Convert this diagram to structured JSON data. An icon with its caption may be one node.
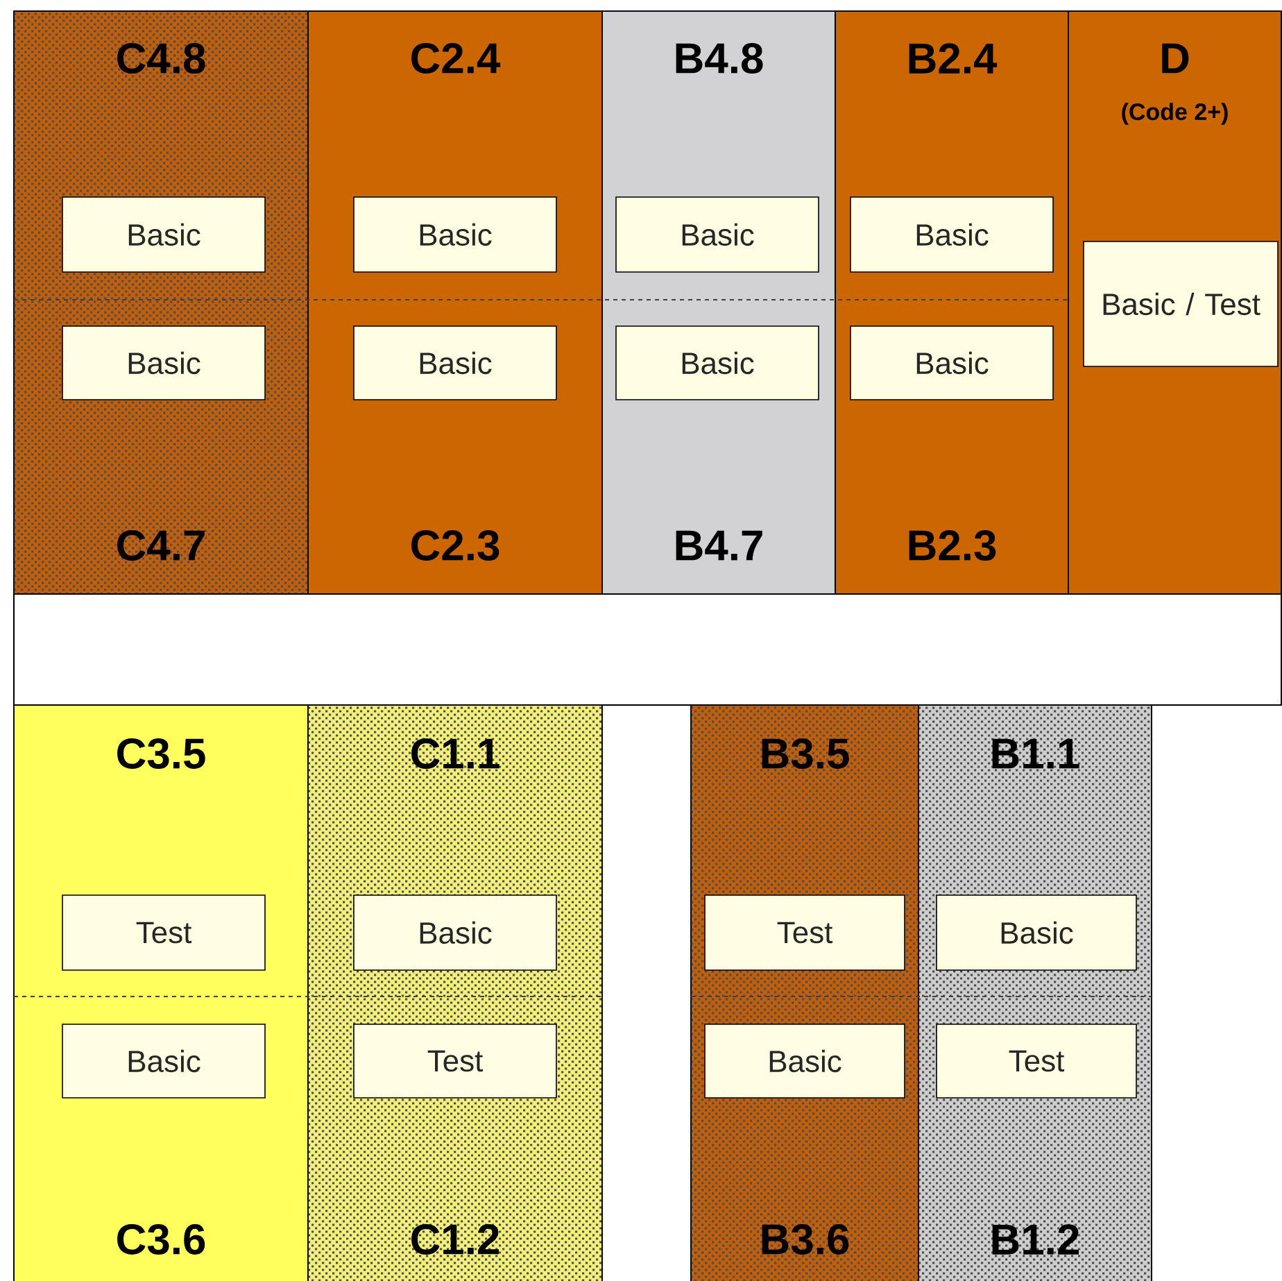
{
  "diagram": {
    "nodes": [
      {
        "text": [
          "C4.8",
          "C4.7"
        ]
      },
      {
        "text": [
          "Basic"
        ],
        "in": 0
      },
      {
        "text": [
          "Basic"
        ],
        "in": 0
      },
      {
        "text": [
          "C2.4",
          "C2.3"
        ]
      },
      {
        "text": [
          "Basic"
        ],
        "in": 3
      },
      {
        "text": [
          "Basic"
        ],
        "in": 3
      },
      {
        "text": [
          "B4.8",
          "B4.7"
        ]
      },
      {
        "text": [
          "Basic"
        ],
        "in": 6
      },
      {
        "text": [
          "Basic"
        ],
        "in": 6
      },
      {
        "text": [
          "B2.4",
          "B2.3"
        ]
      },
      {
        "text": [
          "Basic"
        ],
        "in": 9
      },
      {
        "text": [
          "Basic"
        ],
        "in": 9
      },
      {
        "text": [
          "D",
          "(Code 2+)"
        ]
      },
      {
        "text": [
          "Basic / Test"
        ],
        "in": 12
      },
      {
        "text": [
          "C3.5",
          "C3.6"
        ]
      },
      {
        "text": [
          "Test"
        ],
        "in": 14
      },
      {
        "text": [
          "Basic"
        ],
        "in": 14
      },
      {
        "text": [
          "C1.1",
          "C1.2"
        ]
      },
      {
        "text": [
          "Basic"
        ],
        "in": 17
      },
      {
        "text": [
          "Test"
        ],
        "in": 17
      },
      {
        "text": [
          "B3.5",
          "B3.6"
        ]
      },
      {
        "text": [
          "Test"
        ],
        "in": 20
      },
      {
        "text": [
          "Basic"
        ],
        "in": 20
      },
      {
        "text": [
          "B1.1",
          "B1.2"
        ]
      },
      {
        "text": [
          "Basic"
        ],
        "in": 23
      },
      {
        "text": [
          "Test"
        ],
        "in": 23
      }
    ]
  }
}
